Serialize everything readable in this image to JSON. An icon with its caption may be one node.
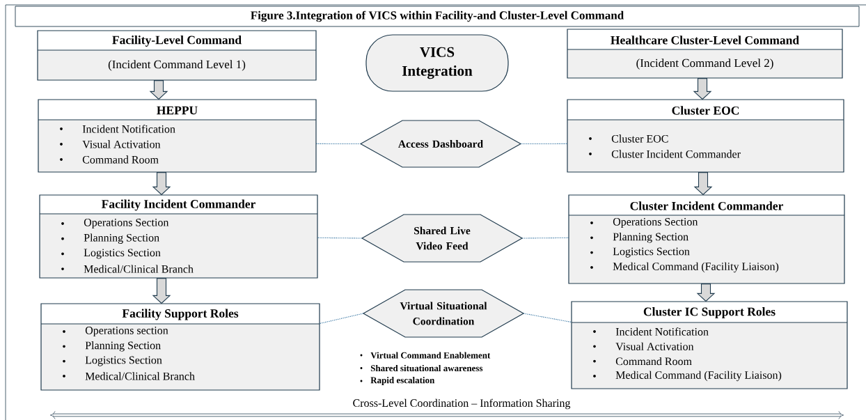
{
  "diagram": {
    "title": "Figure 3.Integration of VICS within Facility-and Cluster-Level Command",
    "nodes": [
      {
        "text": [
          "Facility-Level Command",
          "(Incident Command Level 1)"
        ]
      },
      {
        "text": [
          "HEPPU",
          "Incident Notification",
          "Visual Activation",
          "Command Room"
        ]
      },
      {
        "text": [
          "Facility Incident Commander",
          "Operations Section",
          "Planning Section",
          "Logistics Section",
          "Medical/Clinical Branch"
        ]
      },
      {
        "text": [
          "Facility Support Roles",
          "Operations section",
          "Planning Section",
          "Logistics Section",
          "Medical/Clinical Branch"
        ]
      },
      {
        "text": [
          "VICS Integration"
        ]
      },
      {
        "text": [
          "Access Dashboard"
        ]
      },
      {
        "text": [
          "Shared Live Video Feed"
        ]
      },
      {
        "text": [
          "Virtual Situational Coordination"
        ]
      },
      {
        "text": [
          "Healthcare Cluster-Level Command",
          "(Incident Command Level 2)"
        ]
      },
      {
        "text": [
          "Cluster EOC",
          "Cluster EOC",
          "Cluster Incident Commander"
        ]
      },
      {
        "text": [
          "Cluster Incident Commander",
          "Operations Section",
          "Planning Section",
          "Logistics Section",
          "Medical Command (Facility Liaison)"
        ]
      },
      {
        "text": [
          "Cluster IC Support Roles",
          "Incident Notification",
          "Visual Activation",
          "Command Room",
          "Medical Command (Facility Liaison)"
        ]
      }
    ],
    "edges": [
      {
        "from": 0,
        "to": 1,
        "arrow": "to",
        "style": "thick"
      },
      {
        "from": 1,
        "to": 2,
        "arrow": "to",
        "style": "thick"
      },
      {
        "from": 2,
        "to": 3,
        "arrow": "to",
        "style": "thick"
      },
      {
        "from": 8,
        "to": 9,
        "arrow": "to",
        "style": "thick"
      },
      {
        "from": 9,
        "to": 10,
        "arrow": "to",
        "style": "thick"
      },
      {
        "from": 10,
        "to": 11,
        "arrow": "to",
        "style": "thick"
      },
      {
        "from": 1,
        "to": 5,
        "arrow": "none",
        "style": "dashed",
        "color": "#2e6f9e"
      },
      {
        "from": 5,
        "to": 9,
        "arrow": "none",
        "style": "dashed",
        "color": "#2e6f9e"
      },
      {
        "from": 2,
        "to": 6,
        "arrow": "none",
        "style": "dashed",
        "color": "#2e6f9e"
      },
      {
        "from": 6,
        "to": 10,
        "arrow": "none",
        "style": "dashed",
        "color": "#2e6f9e"
      },
      {
        "from": 3,
        "to": 7,
        "arrow": "none",
        "style": "dashed",
        "color": "#2e6f9e"
      },
      {
        "from": 7,
        "to": 11,
        "arrow": "none",
        "style": "dashed",
        "color": "#2e6f9e"
      }
    ],
    "labels": [
      "Virtual Command Enablement",
      "Shared situational awareness",
      "Rapid escalation",
      "Cross-Level Coordination – Information Sharing"
    ]
  }
}
